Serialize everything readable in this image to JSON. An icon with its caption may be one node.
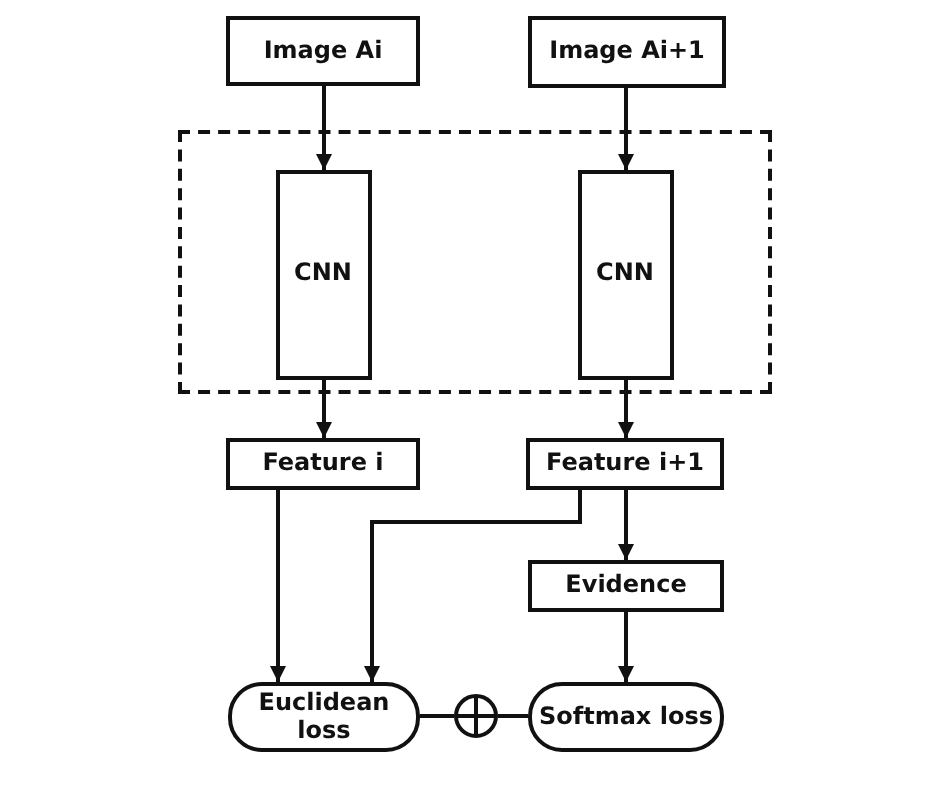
{
  "diagram": {
    "nodes": [
      {
        "text": [
          "Image Ai"
        ]
      },
      {
        "text": [
          "Image Ai+1"
        ]
      },
      {
        "text": [],
        "shape": "box"
      },
      {
        "text": [
          "CNN"
        ],
        "in": 2
      },
      {
        "text": [
          "CNN"
        ],
        "in": 2
      },
      {
        "text": [
          "Feature i"
        ]
      },
      {
        "text": [
          "Feature i+1"
        ]
      },
      {
        "text": [
          "Evidence"
        ]
      },
      {
        "text": [
          "Euclidean loss"
        ]
      },
      {
        "text": [
          "Softmax loss"
        ]
      },
      {
        "text": [],
        "shape": "circle"
      }
    ],
    "edges": [
      {
        "from": 0,
        "to": 3,
        "arrow": "to"
      },
      {
        "from": 1,
        "to": 4,
        "arrow": "to"
      },
      {
        "from": 3,
        "to": 5,
        "arrow": "to"
      },
      {
        "from": 4,
        "to": 6,
        "arrow": "to"
      },
      {
        "from": 5,
        "to": 8,
        "arrow": "to"
      },
      {
        "from": 6,
        "to": 8,
        "arrow": "to"
      },
      {
        "from": 6,
        "to": 7,
        "arrow": "to"
      },
      {
        "from": 7,
        "to": 9,
        "arrow": "to"
      },
      {
        "from": 8,
        "to": 10,
        "arrow": "none"
      },
      {
        "from": 10,
        "to": 9,
        "arrow": "none"
      }
    ]
  }
}
